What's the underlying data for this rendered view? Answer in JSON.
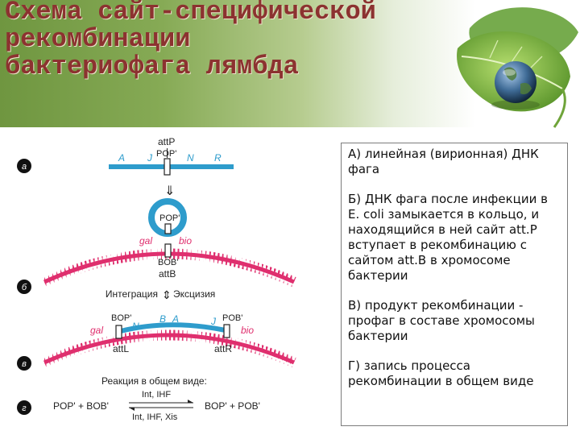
{
  "title": {
    "line1": "Схема сайт-специфической",
    "line2": "рекомбинации",
    "line3": "бактериофага лямбда"
  },
  "colors": {
    "title": "#8c3230",
    "phage_dna": "#2e9ccc",
    "bacterial_dna": "#df2f6e",
    "header_green": "#7aa24a"
  },
  "diagram": {
    "panel_labels": [
      "а",
      "б",
      "в",
      "г"
    ],
    "a": {
      "attP": "attP",
      "A": "A",
      "J": "J",
      "site": "POP'",
      "N": "N",
      "R": "R"
    },
    "arrow_down": "⇓",
    "b": {
      "circle_site": "POP'",
      "gal": "gal",
      "bio": "bio",
      "bact_site": "BOB'",
      "attB": "attB"
    },
    "integration": "Интеграция",
    "excision": "Эксцизия",
    "v": {
      "gal": "gal",
      "left_site": "BOP'",
      "N": "N",
      "B": "B",
      "A": "A",
      "J": "J",
      "right_site": "POB'",
      "bio": "bio",
      "attL": "attL",
      "attR": "attR"
    },
    "g": {
      "header": "Реакция в общем виде:",
      "left": "POP' + BOB'",
      "right": "BOP' + POB'",
      "forward_enzymes": "Int, IHF",
      "reverse_enzymes": "Int, IHF, Xis"
    }
  },
  "panel": {
    "a": "А) линейная (вирионная) ДНК фага",
    "b": "Б) ДНК фага после инфекции в E. coli замыкается в кольцо, и находящийся в ней сайт att.P вступает в рекомбинацию с сайтом att.B в хромосоме бактерии",
    "v": "В) продукт рекомбинации - профаг в составе хромосомы бактерии",
    "g": "Г) запись процесса рекомбинации в общем виде"
  }
}
